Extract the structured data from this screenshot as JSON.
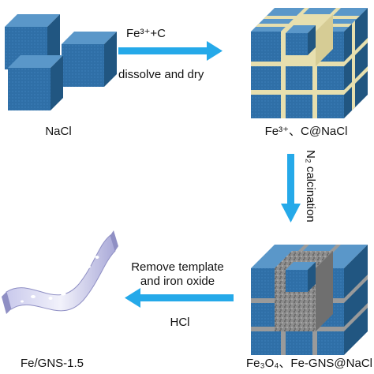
{
  "colors": {
    "cube_front": "#2f6fa7",
    "cube_top": "#5a97c9",
    "cube_side": "#215681",
    "arrow": "#25a9e9",
    "carbon_tan": "#e7dfae",
    "porous_gray": "#8d8d8d",
    "sheet_light": "#dcdcf2",
    "sheet_dark": "#8f8fc4"
  },
  "labels": {
    "step1_top": "Fe³⁺+C",
    "step1_bottom": "dissolve and dry",
    "nacl": "NaCl",
    "fe_c_nacl": "Fe³⁺、C@NaCl",
    "step2": "N₂ calcination",
    "step3_line1": "Remove template",
    "step3_line2": "and iron oxide",
    "step3_bottom": "HCl",
    "product": "Fe/GNS-1.5",
    "intermediate": "Fe₃O₄、Fe-GNS@NaCl"
  },
  "icons": [
    "nacl-cube-icon",
    "right-arrow-icon",
    "down-arrow-icon",
    "left-arrow-icon",
    "composite-cube-icon",
    "porous-cube-icon",
    "graphene-sheet-icon"
  ]
}
